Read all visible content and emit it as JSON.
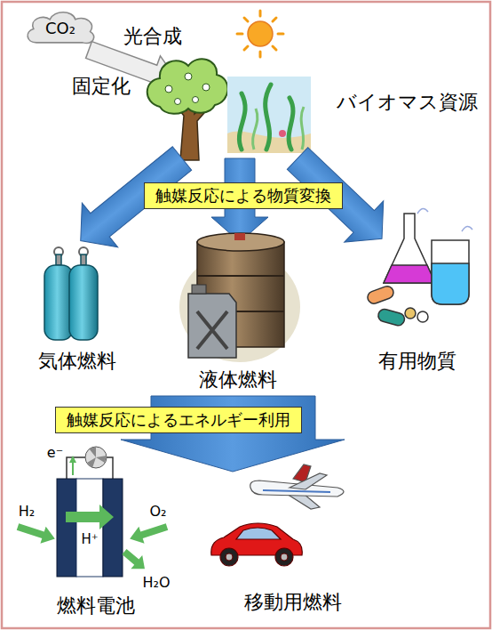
{
  "diagram": {
    "nodes": [
      {
        "text": [
          "CO₂"
        ]
      },
      {
        "text": [
          "触媒反応による物質変換"
        ]
      },
      {
        "text": [
          "触媒反応によるエネルギー利用"
        ]
      }
    ],
    "labels": [
      "光合成",
      "固定化",
      "バイオマス資源",
      "気体燃料",
      "液体燃料",
      "有用物質",
      "e⁻",
      "H₂",
      "O₂",
      "H⁺",
      "H₂O",
      "燃料電池",
      "移動用燃料"
    ]
  }
}
